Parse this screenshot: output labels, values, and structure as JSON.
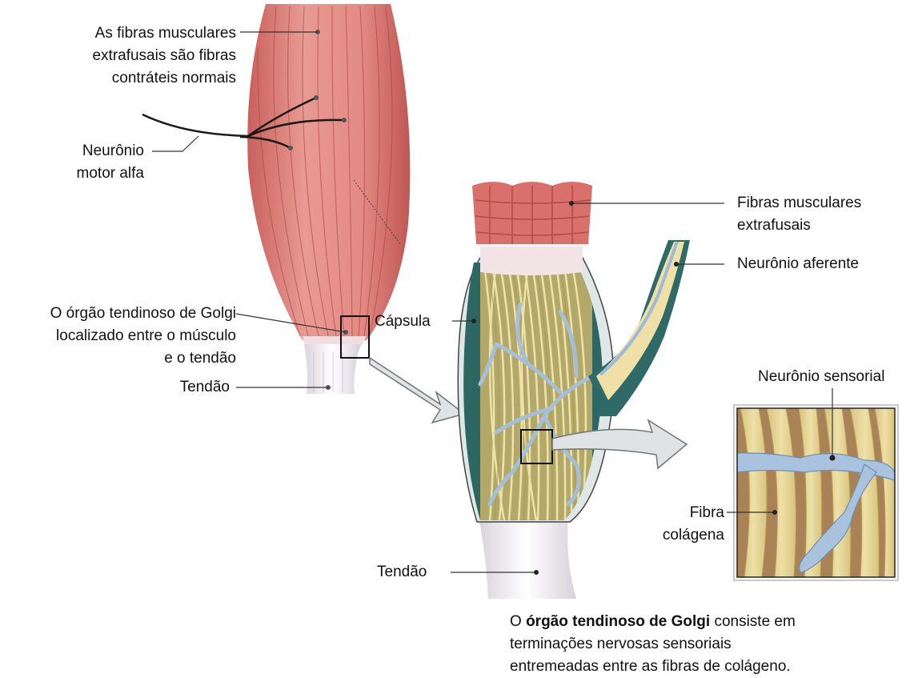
{
  "labels": {
    "extrafusal_l1": "As fibras musculares",
    "extrafusal_l2": "extrafusais são fibras",
    "extrafusal_l3": "contráteis normais",
    "alpha_l1": "Neurônio",
    "alpha_l2": "motor alfa",
    "golgi_loc_l1": "O órgão tendinoso de Golgi",
    "golgi_loc_l2": "localizado entre o músculo",
    "golgi_loc_l3": "e o tendão",
    "tendon_left": "Tendão",
    "capsule": "Cápsula",
    "fibers_right_l1": "Fibras musculares",
    "fibers_right_l2": "extrafusais",
    "afferent": "Neurônio aferente",
    "sensory": "Neurônio sensorial",
    "collagen_l1": "Fibra",
    "collagen_l2": "colágena",
    "tendon_bottom": "Tendão"
  },
  "caption": {
    "prefix": "O ",
    "bold": "órgão tendinoso de Golgi",
    "rest_l1": " consiste em",
    "line2": "terminações nervosas sensoriais",
    "line3": "entremeadas entre as fibras de colágeno."
  },
  "colors": {
    "muscle": "#e0837e",
    "muscle_dark": "#b8524f",
    "collagen": "#e6d596",
    "nerve": "#9fb9d6",
    "capsule": "#2f6a68"
  }
}
